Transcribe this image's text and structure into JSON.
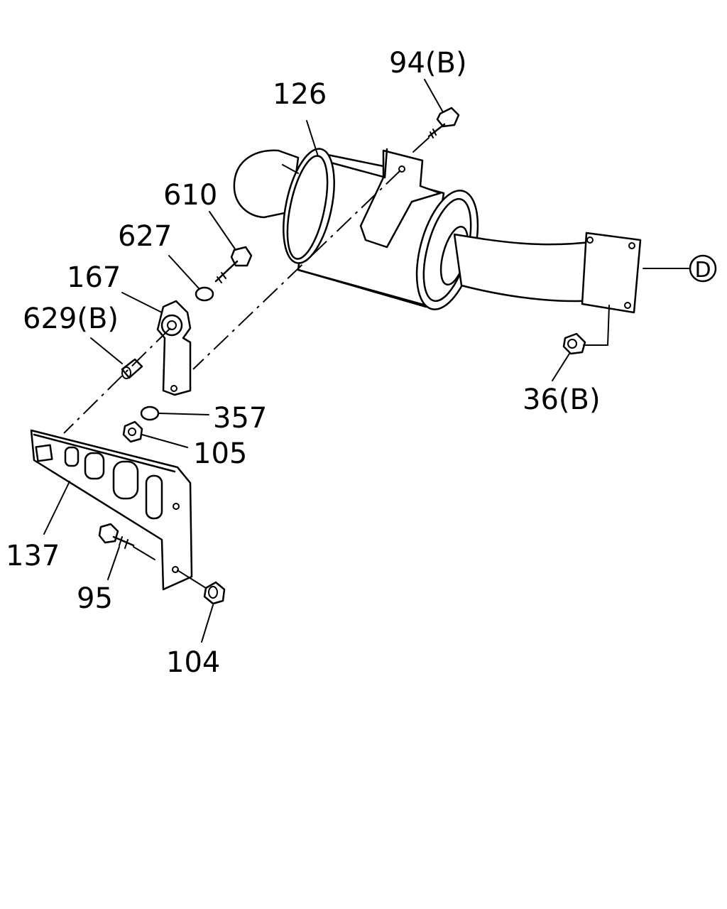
{
  "labels": {
    "p94": "94(B)",
    "p126": "126",
    "p610": "610",
    "p627": "627",
    "p167": "167",
    "p629": "629(B)",
    "p357": "357",
    "p105": "105",
    "p137": "137",
    "p95": "95",
    "p104": "104",
    "p36": "36(B)",
    "refD": "D"
  }
}
